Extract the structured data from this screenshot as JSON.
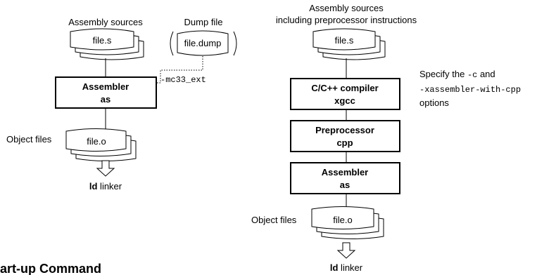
{
  "left": {
    "sources_label": "Assembly sources",
    "dump_label": "Dump file",
    "source_file": "file.s",
    "dump_file": "file.dump",
    "dump_option": "-mc33_ext",
    "assembler": {
      "title": "Assembler",
      "command": "as"
    },
    "object_label": "Object files",
    "object_file": "file.o",
    "linker_cmd": "ld",
    "linker_word": " linker"
  },
  "right": {
    "sources_label_1": "Assembly sources",
    "sources_label_2": "including preprocessor instructions",
    "source_file": "file.s",
    "note_line1_a": "Specify the ",
    "note_line1_code": "-c",
    "note_line1_b": " and",
    "note_line2_code": "-xassembler-with-cpp",
    "note_line3": "options",
    "compiler": {
      "title": "C/C++ compiler",
      "command": "xgcc"
    },
    "preprocessor": {
      "title": "Preprocessor",
      "command": "cpp"
    },
    "assembler": {
      "title": "Assembler",
      "command": "as"
    },
    "object_label": "Object files",
    "object_file": "file.o",
    "linker_cmd": "ld",
    "linker_word": " linker"
  },
  "heading": "art-up Command"
}
